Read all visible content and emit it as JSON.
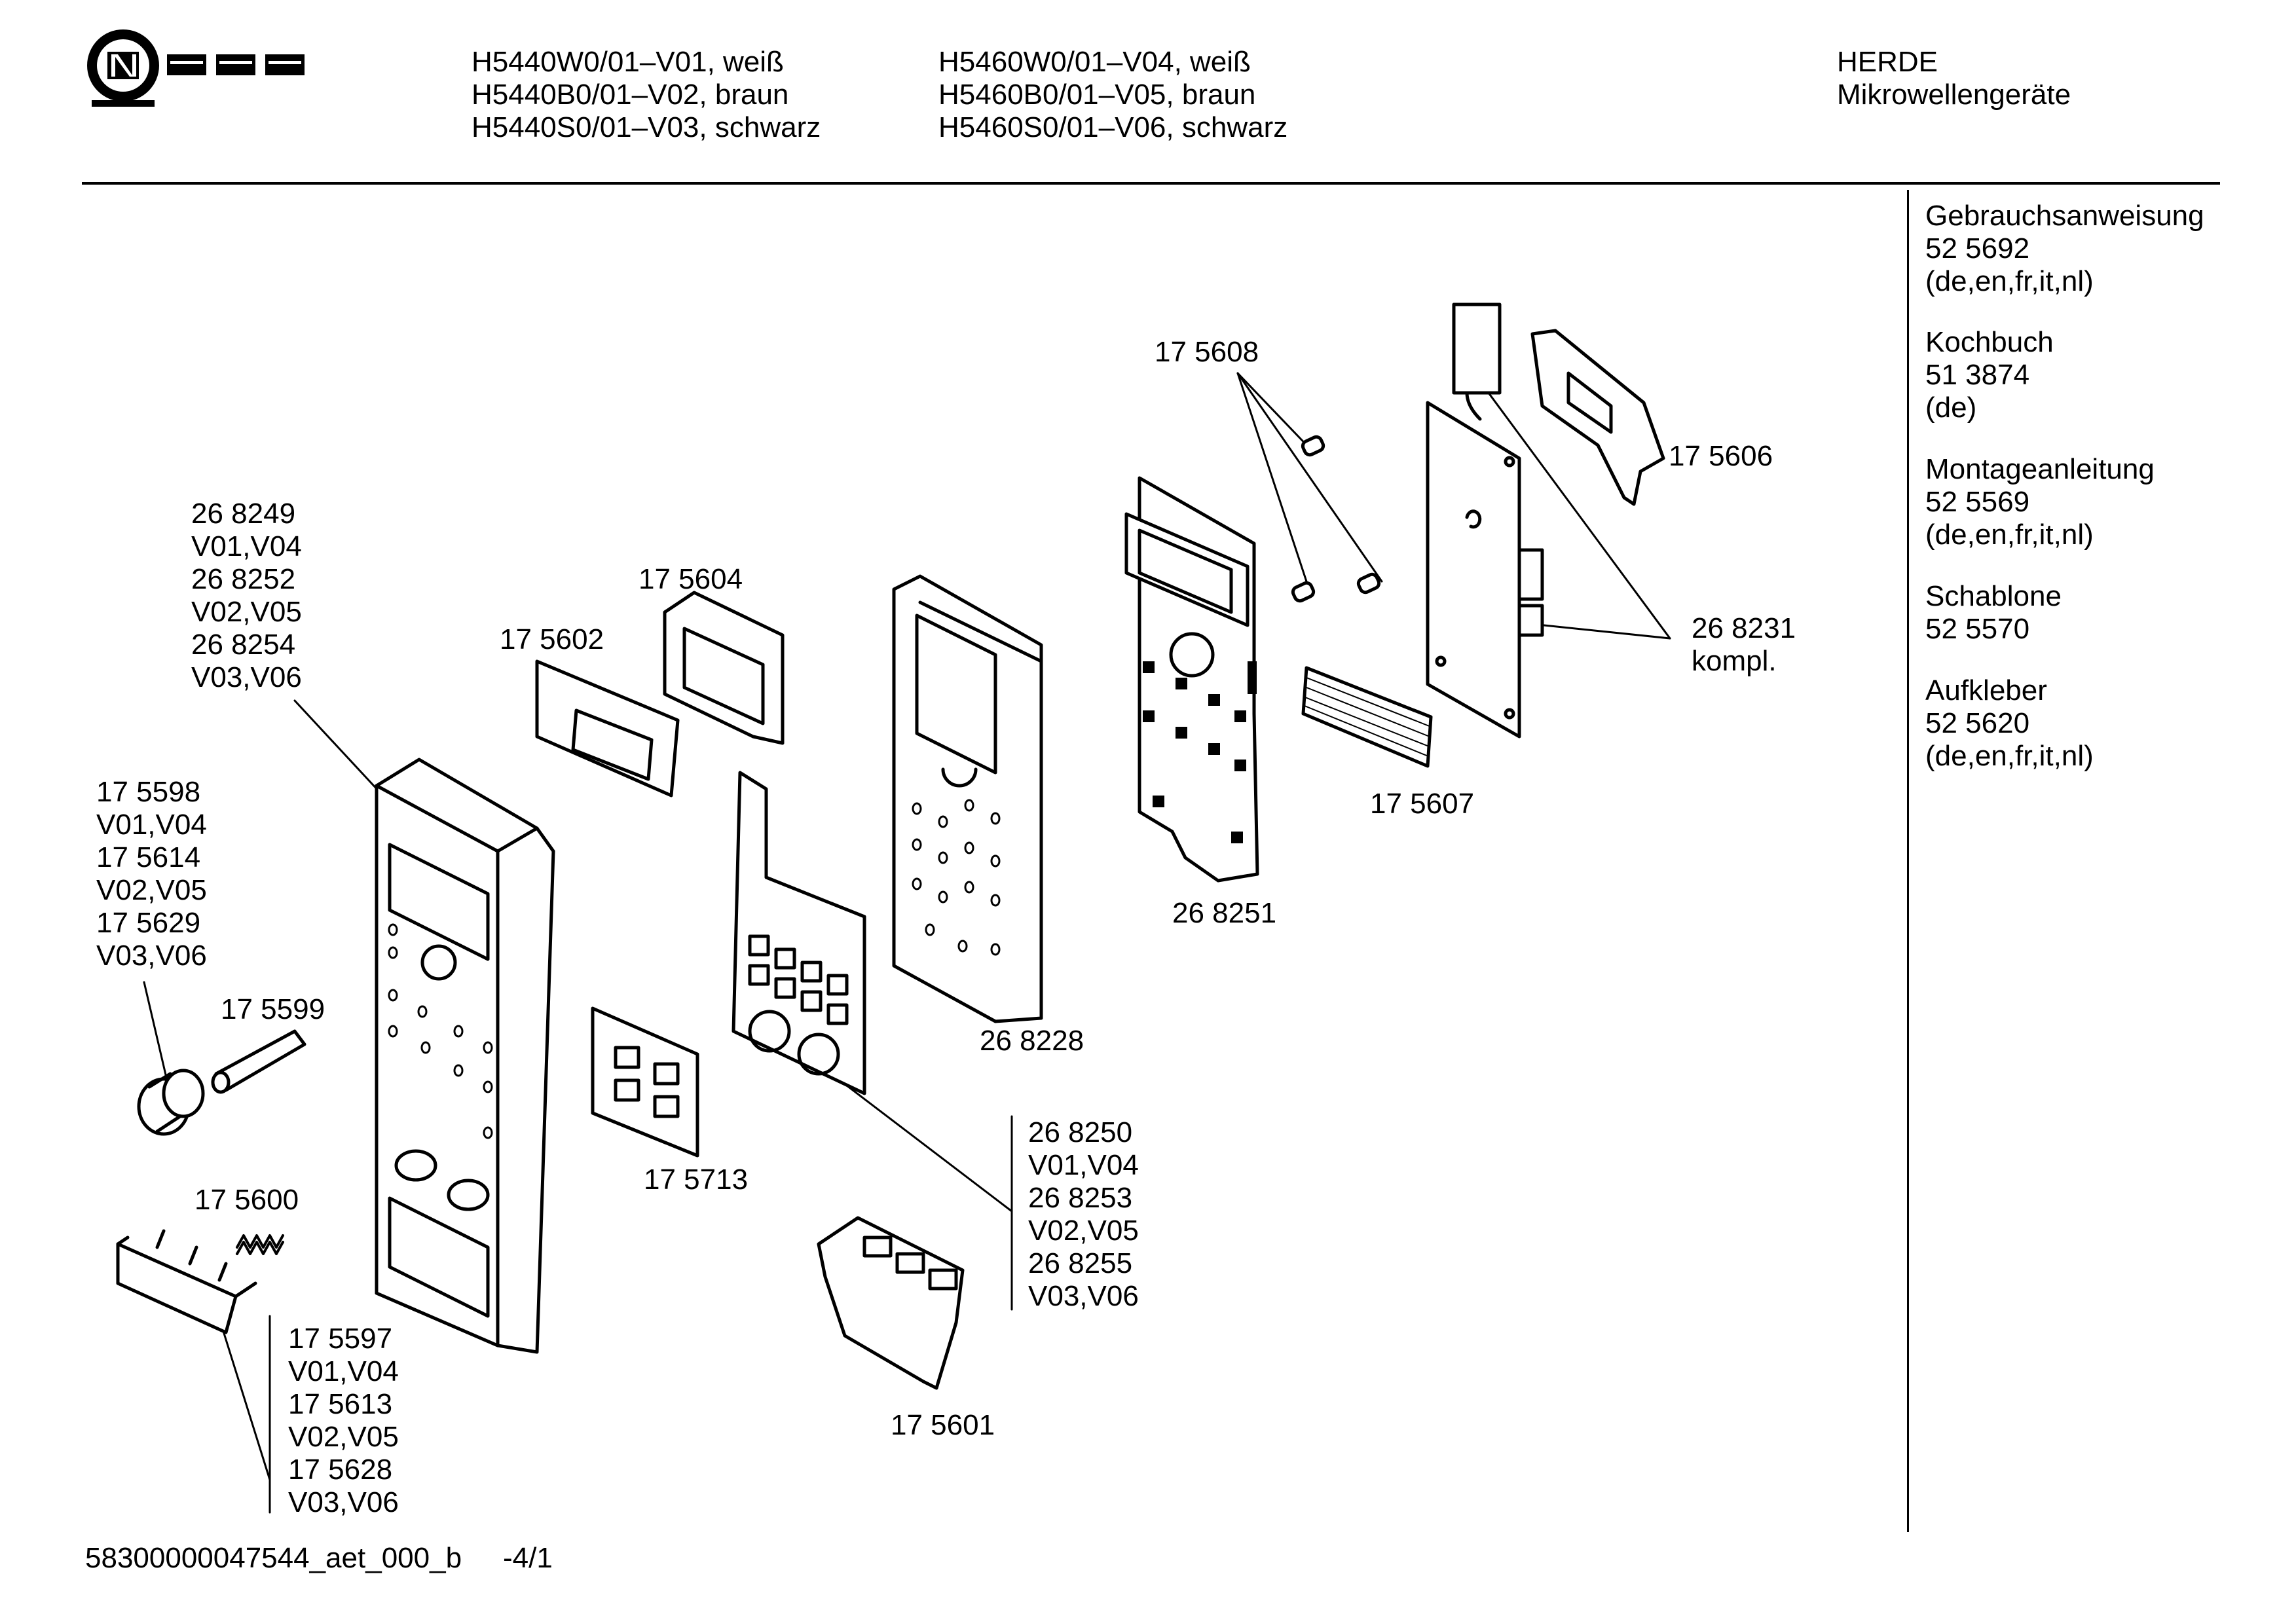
{
  "header": {
    "models_col1": [
      "H5440W0/01–V01, weiß",
      "H5440B0/01–V02, braun",
      "H5440S0/01–V03, schwarz"
    ],
    "models_col2": [
      "H5460W0/01–V04, weiß",
      "H5460B0/01–V05, braun",
      "H5460S0/01–V06, schwarz"
    ],
    "category": [
      "HERDE",
      "Mikrowellengeräte"
    ]
  },
  "sidebar": [
    {
      "title": "Gebrauchsanweisung",
      "number": "52 5692",
      "langs": "(de,en,fr,it,nl)"
    },
    {
      "title": "Kochbuch",
      "number": "51 3874",
      "langs": "(de)"
    },
    {
      "title": "Montageanleitung",
      "number": "52 5569",
      "langs": "(de,en,fr,it,nl)"
    },
    {
      "title": "Schablone",
      "number": "52 5570",
      "langs": ""
    },
    {
      "title": "Aufkleber",
      "number": "52 5620",
      "langs": "(de,en,fr,it,nl)"
    }
  ],
  "parts": {
    "p175608": "17 5608",
    "p175606": "17 5606",
    "p175604": "17 5604",
    "p175602": "17 5602",
    "p268231": [
      "26 8231",
      "kompl."
    ],
    "p175607": "17 5607",
    "p268251": "26 8251",
    "p268228": "26 8228",
    "p175599": "17 5599",
    "p175713": "17 5713",
    "p175600": "17 5600",
    "p175601": "17 5601",
    "front_panel": [
      "26 8249",
      "V01,V04",
      "26 8252",
      "V02,V05",
      "26 8254",
      "V03,V06"
    ],
    "knob": [
      "17 5598",
      "V01,V04",
      "17 5614",
      "V02,V05",
      "17 5629",
      "V03,V06"
    ],
    "keypad": [
      "26 8250",
      "V01,V04",
      "26 8253",
      "V02,V05",
      "26 8255",
      "V03,V06"
    ],
    "door_button": [
      "17 5597",
      "V01,V04",
      "17 5613",
      "V02,V05",
      "17 5628",
      "V03,V06"
    ]
  },
  "footer": {
    "doc_id": "58300000047544_aet_000_b",
    "page": "-4/1"
  }
}
